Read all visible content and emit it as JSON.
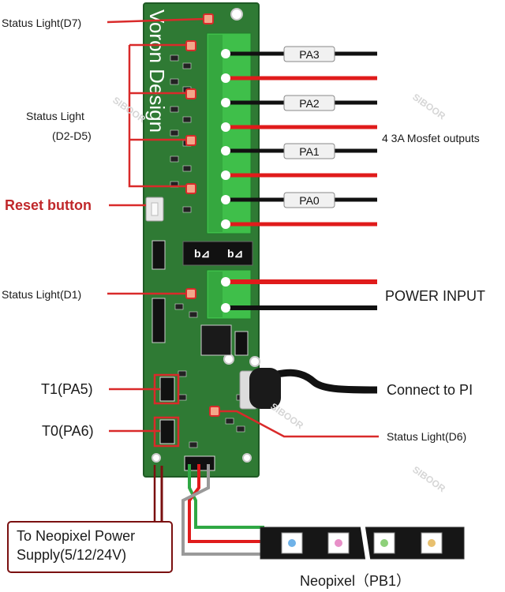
{
  "labels": {
    "status_d7": "Status Light(D7)",
    "status_d2_d5_line1": "Status Light",
    "status_d2_d5_line2": "(D2-D5)",
    "reset_button": "Reset button",
    "status_d1": "Status Light(D1)",
    "t1": "T1(PA5)",
    "t0": "T0(PA6)",
    "neopixel_supply_line1": "To Neopixel Power",
    "neopixel_supply_line2": "Supply(5/12/24V)",
    "mosfet_outputs": "4 3A Mosfet outputs",
    "power_input": "POWER INPUT",
    "connect_pi": "Connect to PI",
    "status_d6": "Status Light(D6)",
    "neopixel": "Neopixel（PB1）"
  },
  "board": {
    "brand_text": "Voron Design"
  },
  "wire_tags": [
    "PA3",
    "PA2",
    "PA1",
    "PA0"
  ],
  "watermark": "SIBOOR",
  "colors": {
    "pcb": "#2f7a34",
    "pcb_edge": "#1f5a25",
    "terminal": "#3fbf4a",
    "wire_red": "#e01b1b",
    "wire_black": "#111111",
    "callout": "#d92a2a",
    "led_pad": "#f3a78a"
  }
}
